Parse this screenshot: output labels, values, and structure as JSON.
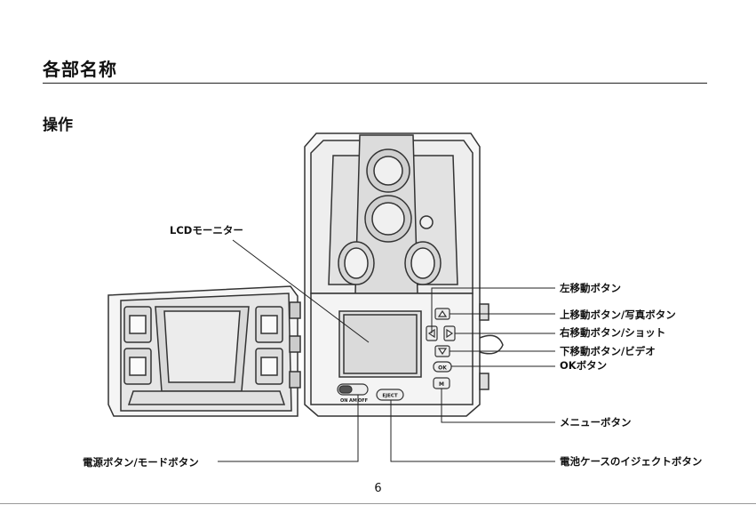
{
  "header": {
    "title": "各部名称"
  },
  "section": {
    "title": "操作"
  },
  "labels": {
    "lcd_monitor": "LCDモーニター",
    "left_button": "左移動ボタン",
    "up_button": "上移動ボタン/写真ボタン",
    "right_button": "右移動ボタン/ショット",
    "down_button": "下移動ボタン/ビデオ",
    "ok_button": "OKボタン",
    "menu_button": "メニューボタン",
    "power_mode": "電源ボタン/モードボタン",
    "eject_button": "電池ケースのイジェクトボタン"
  },
  "device_text": {
    "switch_on": "ON",
    "switch_am": "AM",
    "switch_off": "OFF",
    "eject": "EJECT",
    "ok": "OK",
    "menu": "M"
  },
  "footer": {
    "page_number": "6"
  }
}
